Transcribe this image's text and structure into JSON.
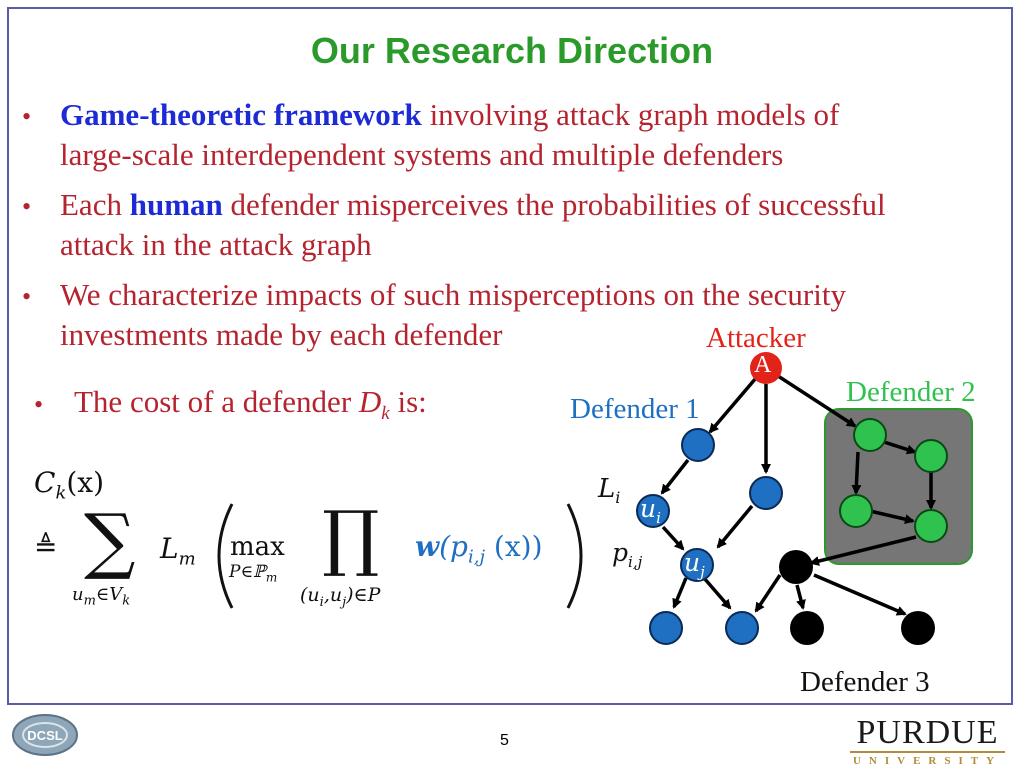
{
  "title": "Our Research Direction",
  "bullets": [
    {
      "highlight": "Game-theoretic framework",
      "rest": " involving attack graph models of",
      "line2": "large-scale interdependent systems and multiple defenders"
    },
    {
      "pre": "Each ",
      "highlight": "human",
      "rest": " defender misperceives the probabilities of successful",
      "line2": "attack in the attack graph"
    },
    {
      "line1": "We characterize impacts of such misperceptions on the security",
      "line2": "investments made by each defender"
    }
  ],
  "sub_bullet": {
    "text": "The cost of a defender ",
    "var": "D",
    "sub": "k",
    "tail": " is:"
  },
  "formula": {
    "lhs_var": "C",
    "lhs_sub": "k",
    "lhs_arg": "(x)",
    "defeq": "≜",
    "sum": "∑",
    "sum_sub_var": "u",
    "sum_sub_sub": "m",
    "sum_sub_in": "∈",
    "sum_sub_set": "V",
    "sum_sub_setsub": "k",
    "loss_var": "L",
    "loss_sub": "m",
    "max": "max",
    "max_sub": "P∈ℙ",
    "max_sub_sub": "m",
    "prod": "∏",
    "prod_sub": "(u",
    "prod_sub_i": "i",
    "prod_sub_mid": ",u",
    "prod_sub_j": "j",
    "prod_sub_tail": ")∈P",
    "weight": "w",
    "weight_arg_open": "(p",
    "weight_arg_sub": "i,j",
    "weight_arg_close": " (x))"
  },
  "graph_labels": {
    "attacker": "Attacker",
    "attacker_node": "A",
    "defender1": "Defender 1",
    "defender2": "Defender 2",
    "defender3": "Defender 3",
    "edge_L": "L",
    "edge_L_sub": "i",
    "node_ui": "u",
    "node_ui_sub": "i",
    "node_uj": "u",
    "node_uj_sub": "j",
    "edge_p": "p",
    "edge_p_sub": "i,j"
  },
  "colors": {
    "title": "#2a9b2a",
    "bullet_text": "#b5232f",
    "highlight": "#1d2bd6",
    "defender1": "#1f6fc2",
    "defender2": "#2fc24f",
    "defender3": "#000000",
    "attacker": "#e2231a",
    "group_box": "#767676"
  },
  "page_number": "5",
  "footer_logo": {
    "name": "PURDUE",
    "sub": "UNIVERSITY",
    "left_logo": "DCSL"
  }
}
